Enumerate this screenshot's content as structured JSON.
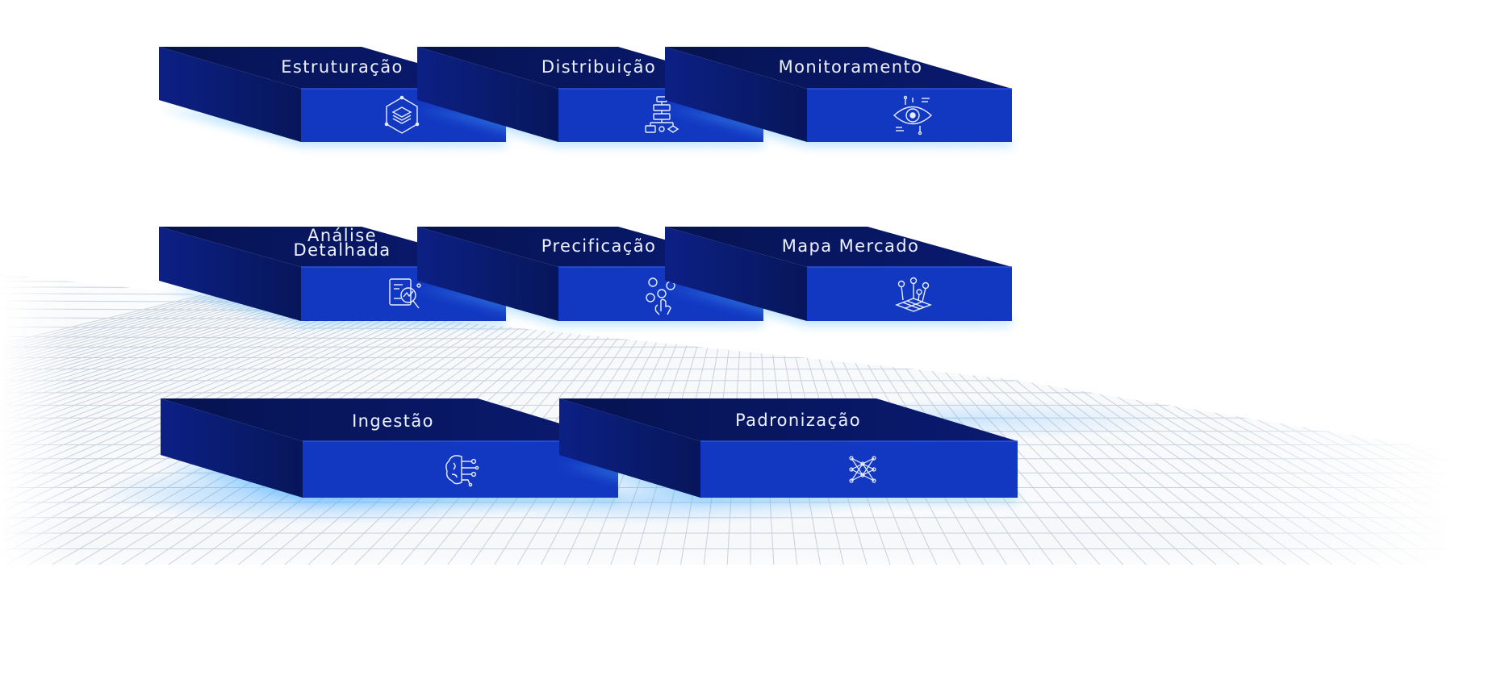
{
  "blocks": [
    {
      "id": "estruturacao",
      "title": "Estruturação",
      "icon": "layers-icon"
    },
    {
      "id": "distribuicao",
      "title": "Distribuição",
      "icon": "flowchart-icon"
    },
    {
      "id": "monitoramento",
      "title": "Monitoramento",
      "icon": "eye-icon"
    },
    {
      "id": "analise",
      "title": "Análise\nDetalhada",
      "icon": "document-search-icon"
    },
    {
      "id": "precificacao",
      "title": "Precificação",
      "icon": "hand-coins-icon"
    },
    {
      "id": "mapa",
      "title": "Mapa Mercado",
      "icon": "map-pins-icon"
    },
    {
      "id": "ingestao",
      "title": "Ingestão",
      "icon": "brain-circuit-icon"
    },
    {
      "id": "padronizacao",
      "title": "Padronização",
      "icon": "neural-network-icon"
    }
  ],
  "colors": {
    "front": "#1238c2",
    "top": "#0a1a70",
    "side": "#071659",
    "glow": "#4fb6ff",
    "text": "#eef2ff"
  }
}
